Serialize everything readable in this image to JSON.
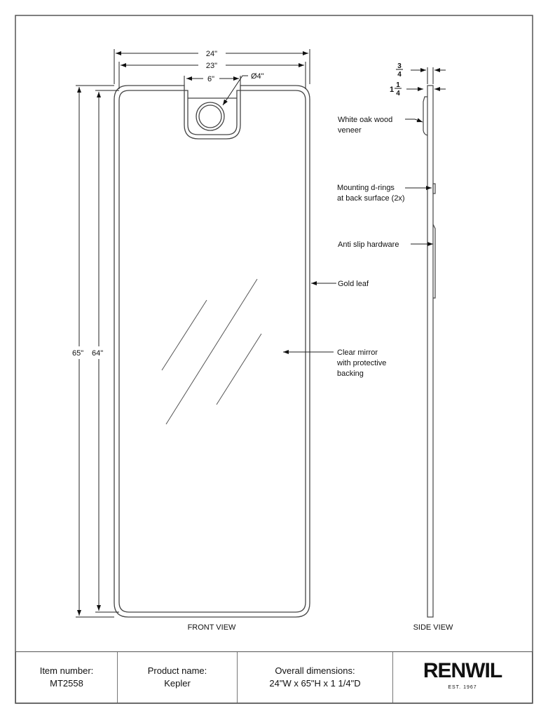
{
  "front_view": {
    "caption": "FRONT VIEW",
    "dims": {
      "overall_width": "24\"",
      "inner_width": "23\"",
      "notch_width": "6\"",
      "hole_diameter": "Ø4\"",
      "overall_height": "65\"",
      "inner_height": "64\""
    },
    "callouts": {
      "gold_leaf": "Gold leaf",
      "mirror": [
        "Clear  mirror",
        "with protective",
        "backing"
      ]
    }
  },
  "side_view": {
    "caption": "SIDE VIEW",
    "dims": {
      "frame_depth_num": "3",
      "frame_depth_den": "4",
      "total_depth_whole": "1",
      "total_depth_num": "1",
      "total_depth_den": "4"
    },
    "callouts": {
      "veneer": [
        "White oak wood",
        "veneer"
      ],
      "d_rings": [
        "Mounting d-rings",
        "at back surface (2x)"
      ],
      "anti_slip": "Anti slip hardware"
    }
  },
  "title_block": {
    "item_label": "Item number:",
    "item_value": "MT2558",
    "product_label": "Product name:",
    "product_value": "Kepler",
    "dims_label": "Overall dimensions:",
    "dims_value": "24\"W  x 65\"H x 1 1/4\"D",
    "brand": "RENWIL",
    "brand_est": "EST. 1967"
  }
}
